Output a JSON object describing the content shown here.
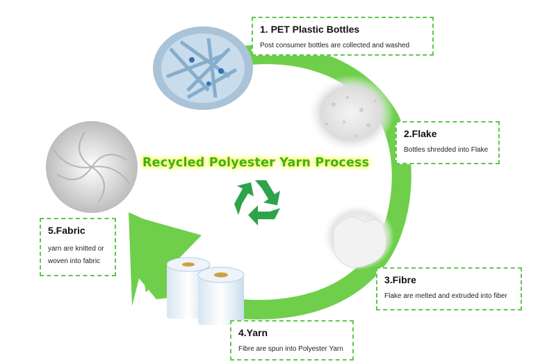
{
  "title": "Recycled Polyester Yarn Process",
  "colors": {
    "green": "#6fcf4a",
    "dark_green": "#3fae2c",
    "dash": "#5cc84a",
    "highlight": "#f5ff3c"
  },
  "icons": {
    "center": "recycle-icon"
  },
  "steps": [
    {
      "title": "1. PET Plastic Bottles",
      "desc": "Post consumer bottles are collected and washed",
      "image": "plastic-bottles-image"
    },
    {
      "title": "2.Flake",
      "desc": "Bottles shredded into Flake",
      "image": "flake-image"
    },
    {
      "title": "3.Fibre",
      "desc": "Flake are melted and extruded into fiber",
      "image": "fibre-image"
    },
    {
      "title": "4.Yarn",
      "desc": "Fibre are spun into Polyester Yarn",
      "image": "yarn-spools-image"
    },
    {
      "title": "5.Fabric",
      "desc": "yarn are knitted or woven into fabric",
      "image": "fabric-swirl-image"
    }
  ]
}
